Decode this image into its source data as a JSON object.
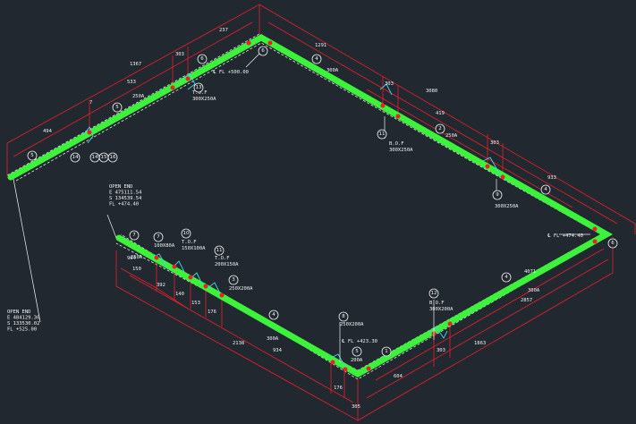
{
  "pipe_sizes": {
    "s1": "250A",
    "s2": "300A",
    "s3": "250A",
    "s4": "300A",
    "s5": "250A",
    "s6": "300A",
    "s7": "200A",
    "s8": "200A"
  },
  "fittings": {
    "tof_300x250": "T.O.F\n300X250A",
    "bof_300x250": "B.O.F\n300X250A",
    "r_300x250": "300X250A",
    "r_100x80": "100X80A",
    "tof_150x100": "T.O.F\n150X100A",
    "tof_200x150": "T.O.F\n200X150A",
    "r_250x200": "250X200A",
    "r_250x200b": "250X200A",
    "bof_300x200": "B.O.F\n300X200A"
  },
  "elevations": {
    "top": "℄ FL +500.00",
    "right": "℄ FL +474.40",
    "bottom": "℄ FL +423.30"
  },
  "open_ends": {
    "top_left": "OPEN END\nE 475111.54\nS 134539.54\nFL +474.40",
    "bottom_left": "OPEN END\nE 484129.30\nS 133530.02\nFL +525.00"
  },
  "dimensions": {
    "d494": "494",
    "d1367": "1367",
    "d533": "533",
    "d303": "303",
    "d237": "237",
    "d1291": "1291",
    "d303b": "303",
    "d3080": "3080",
    "d419": "419",
    "d303c": "303",
    "d933": "933",
    "d7": "7",
    "d964": "964",
    "d150": "150",
    "d392": "392",
    "d140": "140",
    "d153": "153",
    "d176": "176",
    "d2138": "2138",
    "d934": "934",
    "d176b": "176",
    "d305": "305",
    "d604": "604",
    "d303d": "303",
    "d1863": "1863",
    "d2857": "2857",
    "d4071": "4071"
  },
  "bubbles": {
    "b1": "5",
    "b2": "14",
    "b3": "14",
    "b4": "15",
    "b5": "16",
    "b6": "5",
    "b7": "13",
    "b8": "6",
    "b9": "6",
    "b10": "4",
    "b11": "11",
    "b12": "2",
    "b13": "9",
    "b14": "4",
    "b15": "6",
    "b16": "7",
    "b17": "7",
    "b18": "10",
    "b19": "11",
    "b20": "3",
    "b21": "4",
    "b22": "8",
    "b23": "5",
    "b24": "1",
    "b25": "12",
    "b26": "4"
  }
}
